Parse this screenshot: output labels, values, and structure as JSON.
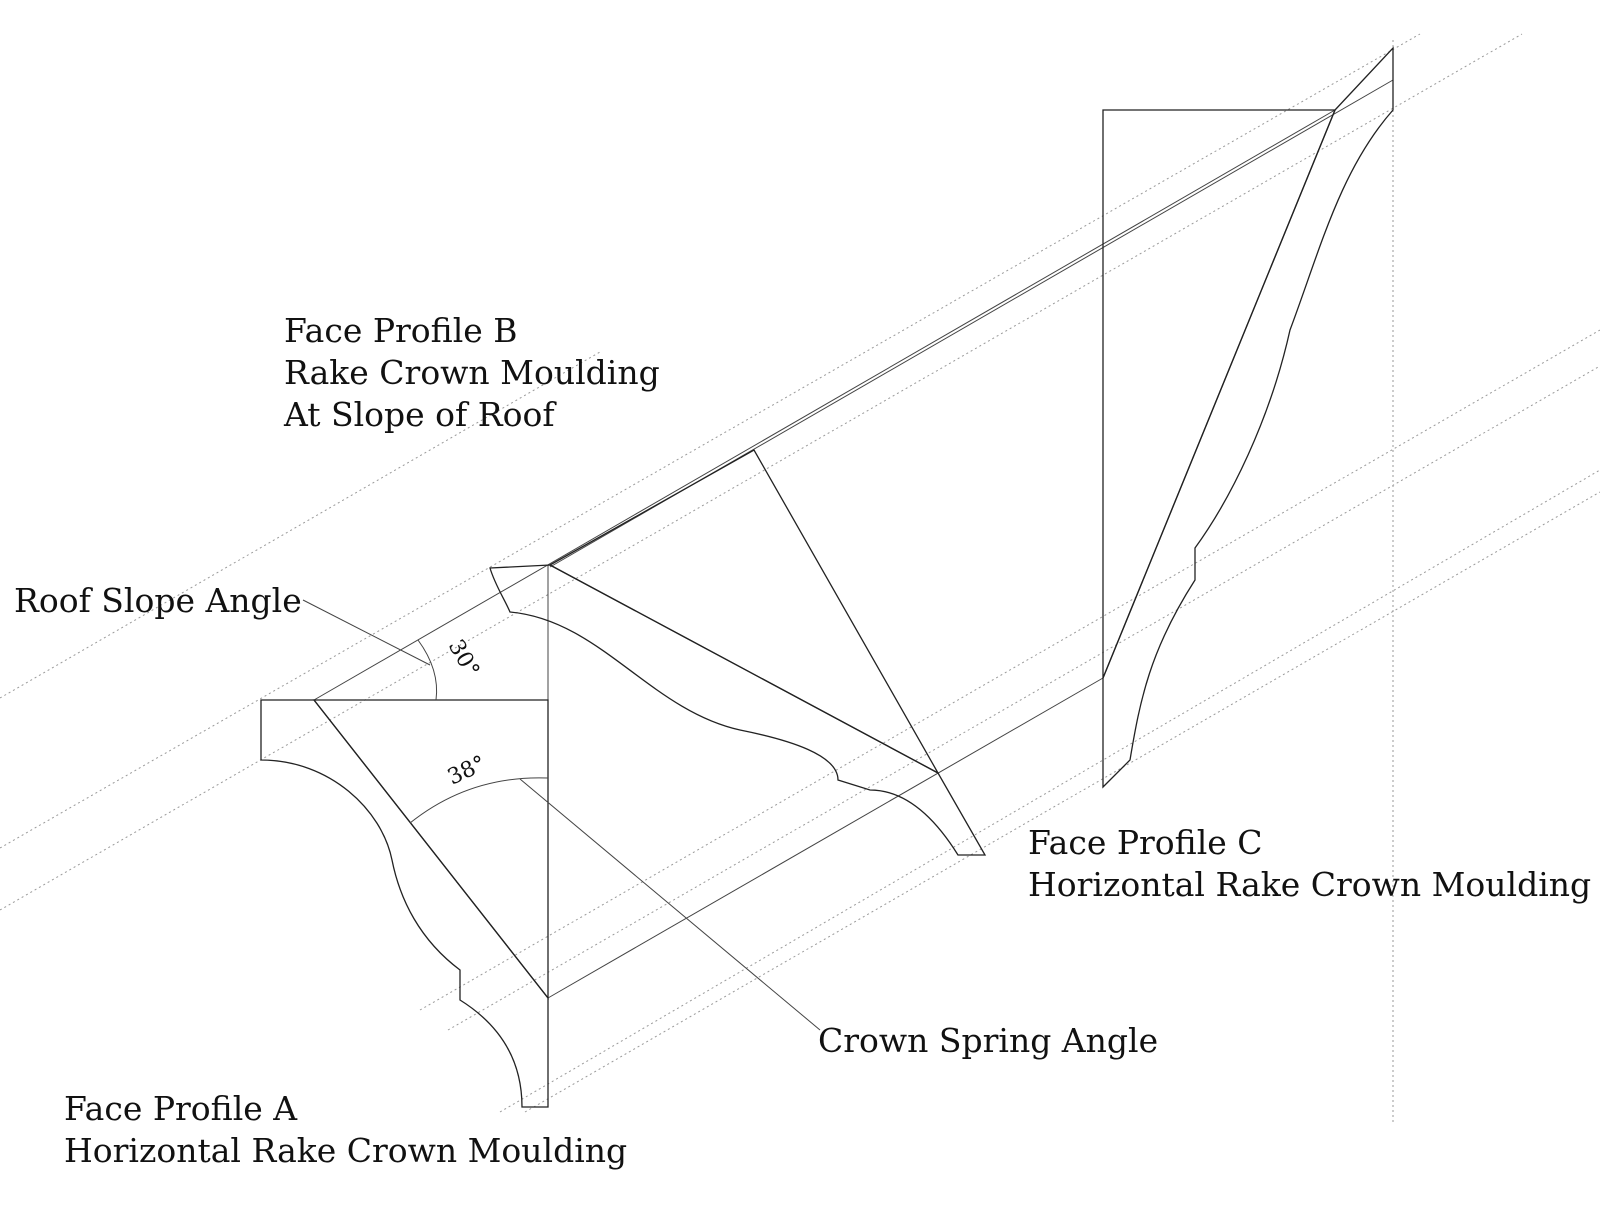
{
  "colors": {
    "face": "#F09132",
    "side": "#B26A26",
    "line": "#222222",
    "guide": "#9a9a9a",
    "background": "#ffffff"
  },
  "labels": {
    "profile_b": [
      "Face Profile B",
      "Rake Crown Moulding",
      "At Slope of Roof"
    ],
    "roof_slope": "Roof Slope Angle",
    "profile_c": [
      "Face Profile C",
      "Horizontal Rake Crown Moulding"
    ],
    "crown_spring": "Crown Spring Angle",
    "profile_a": [
      "Face Profile A",
      "Horizontal Rake Crown Moulding"
    ]
  },
  "angles": {
    "roof_slope": "30°",
    "crown_spring": "38°"
  }
}
